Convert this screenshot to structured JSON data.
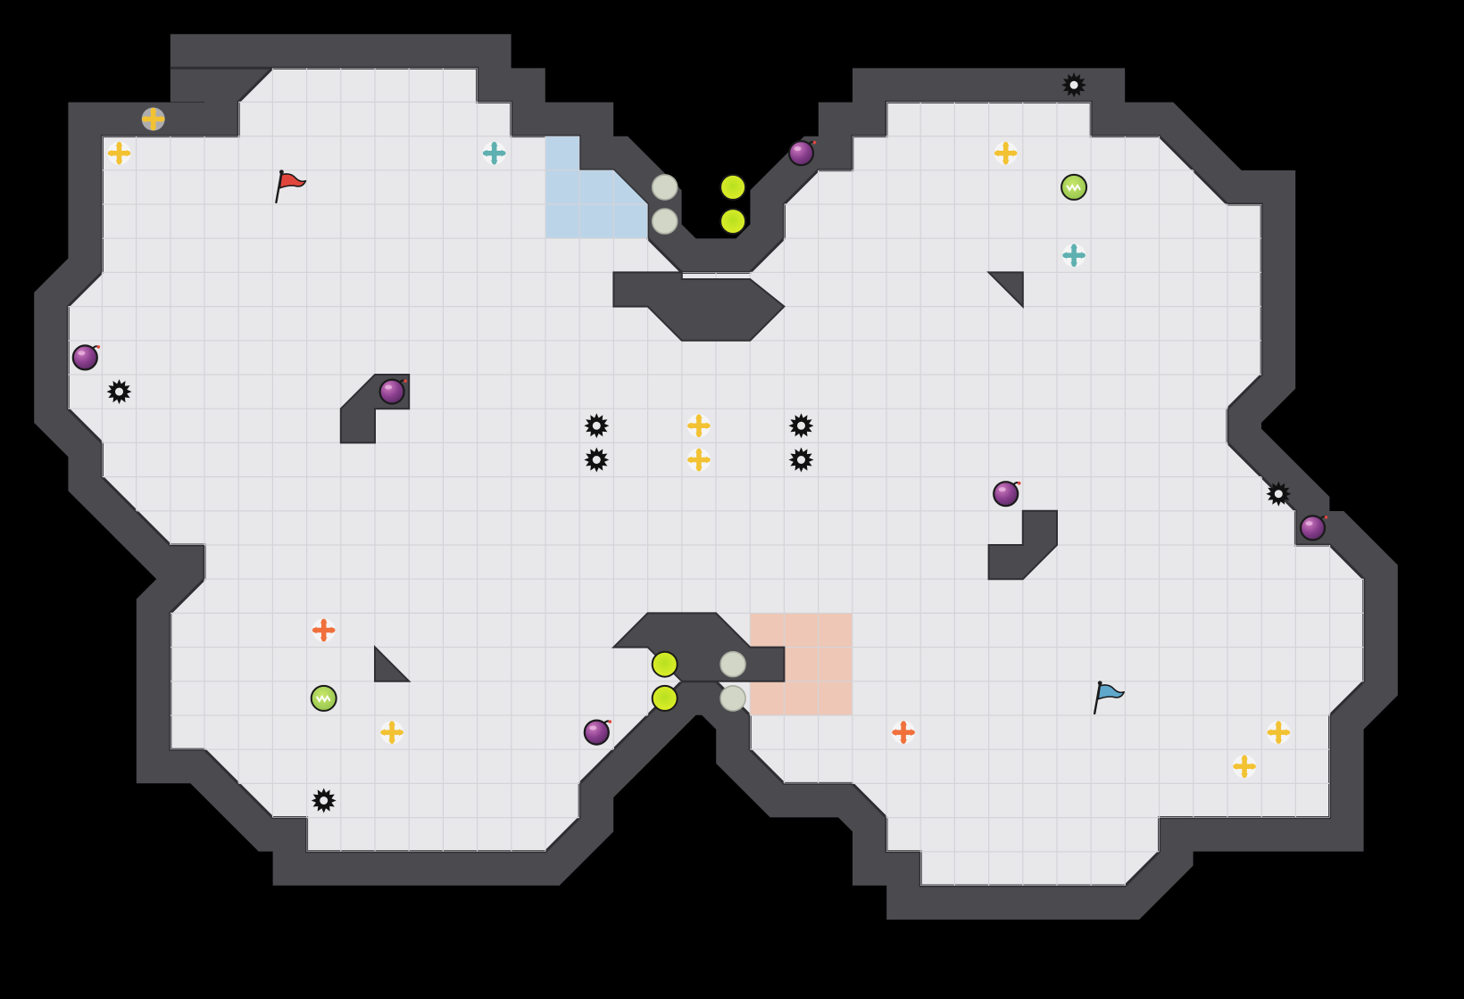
{
  "game": {
    "title": "",
    "board": {
      "cols": 40,
      "rows": 26,
      "colors": {
        "background": "#000000",
        "floor": "#e8e8eb",
        "grid_line": "#d4d4d8",
        "wall": "#4a4a4f",
        "wall_edge": "#2f2f33",
        "blue_zone": "#bcd4e8",
        "red_zone": "#eec7b6"
      }
    },
    "zones": [
      {
        "name": "blue-base-zone",
        "team": "blue",
        "col": 15,
        "row": 3,
        "w": 3,
        "h": 3
      },
      {
        "name": "red-base-zone",
        "team": "red",
        "col": 21,
        "row": 17,
        "w": 3,
        "h": 3
      }
    ],
    "flags": [
      {
        "team": "red",
        "color": "#e0463c",
        "col": 7,
        "row": 4
      },
      {
        "team": "blue",
        "color": "#5fa8cc",
        "col": 31,
        "row": 19
      }
    ],
    "bombs": [
      {
        "col": 22,
        "row": 3
      },
      {
        "col": 1,
        "row": 9
      },
      {
        "col": 10,
        "row": 10
      },
      {
        "col": 28,
        "row": 13
      },
      {
        "col": 37,
        "row": 14
      },
      {
        "col": 16,
        "row": 20
      }
    ],
    "spikes": [
      {
        "col": 30,
        "row": 1
      },
      {
        "col": 2,
        "row": 10
      },
      {
        "col": 16,
        "row": 11
      },
      {
        "col": 22,
        "row": 11
      },
      {
        "col": 16,
        "row": 12
      },
      {
        "col": 22,
        "row": 12
      },
      {
        "col": 36,
        "row": 13
      },
      {
        "col": 8,
        "row": 22
      }
    ],
    "powerups": [
      {
        "kind": "yellow",
        "color": "#f2c233",
        "col": 3,
        "row": 2
      },
      {
        "kind": "yellow",
        "color": "#f2c233",
        "col": 2,
        "row": 3
      },
      {
        "kind": "yellow",
        "color": "#f2c233",
        "col": 28,
        "row": 3
      },
      {
        "kind": "yellow",
        "color": "#f2c233",
        "col": 19,
        "row": 11
      },
      {
        "kind": "yellow",
        "color": "#f2c233",
        "col": 19,
        "row": 12
      },
      {
        "kind": "yellow",
        "color": "#f2c233",
        "col": 10,
        "row": 20
      },
      {
        "kind": "yellow",
        "color": "#f2c233",
        "col": 36,
        "row": 20
      },
      {
        "kind": "yellow",
        "color": "#f2c233",
        "col": 35,
        "row": 21
      },
      {
        "kind": "teal",
        "color": "#5fb0b0",
        "col": 13,
        "row": 3
      },
      {
        "kind": "teal",
        "color": "#5fb0b0",
        "col": 30,
        "row": 6
      },
      {
        "kind": "orange",
        "color": "#f0703c",
        "col": 8,
        "row": 17
      },
      {
        "kind": "orange",
        "color": "#f0703c",
        "col": 25,
        "row": 20
      }
    ],
    "boosts": [
      {
        "col": 30,
        "row": 4
      },
      {
        "col": 8,
        "row": 19
      }
    ],
    "gates": [
      {
        "state": "off",
        "col": 18,
        "row": 4
      },
      {
        "state": "off",
        "col": 18,
        "row": 5
      },
      {
        "state": "on",
        "col": 20,
        "row": 4
      },
      {
        "state": "on",
        "col": 20,
        "row": 5
      },
      {
        "state": "on",
        "col": 18,
        "row": 18
      },
      {
        "state": "on",
        "col": 18,
        "row": 19
      },
      {
        "state": "off",
        "col": 20,
        "row": 18
      },
      {
        "state": "off",
        "col": 20,
        "row": 19
      }
    ]
  }
}
